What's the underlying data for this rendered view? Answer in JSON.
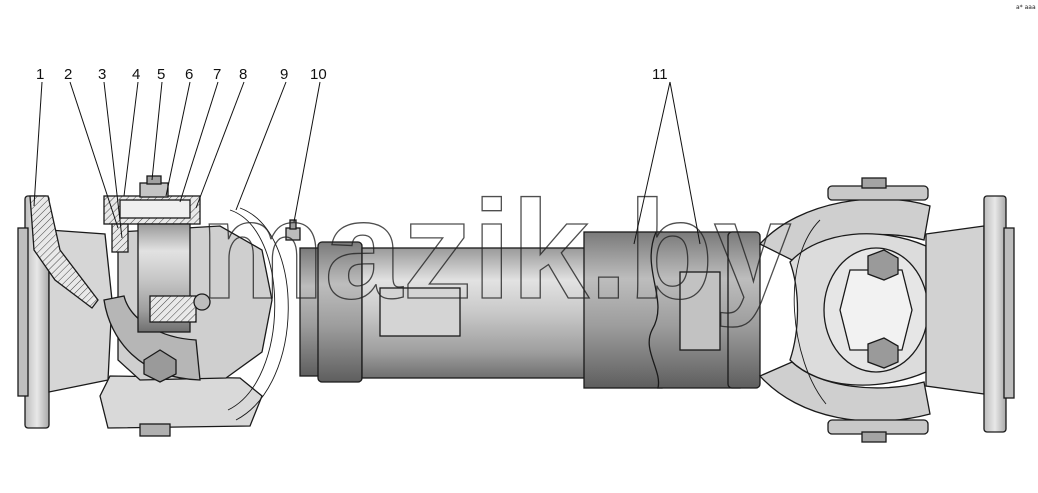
{
  "corner_tag": "а* ааа",
  "watermark": "mazik.by",
  "callouts": [
    {
      "id": "1",
      "label": "1"
    },
    {
      "id": "2",
      "label": "2"
    },
    {
      "id": "3",
      "label": "3"
    },
    {
      "id": "4",
      "label": "4"
    },
    {
      "id": "5",
      "label": "5"
    },
    {
      "id": "6",
      "label": "6"
    },
    {
      "id": "7",
      "label": "7"
    },
    {
      "id": "8",
      "label": "8"
    },
    {
      "id": "9",
      "label": "9"
    },
    {
      "id": "10",
      "label": "10"
    },
    {
      "id": "11",
      "label": "11"
    }
  ],
  "colors": {
    "metal": "#c9c9c9",
    "metal_dark": "#8f8f8f",
    "metal_light": "#e6e6e6",
    "hatch": "#555555"
  }
}
